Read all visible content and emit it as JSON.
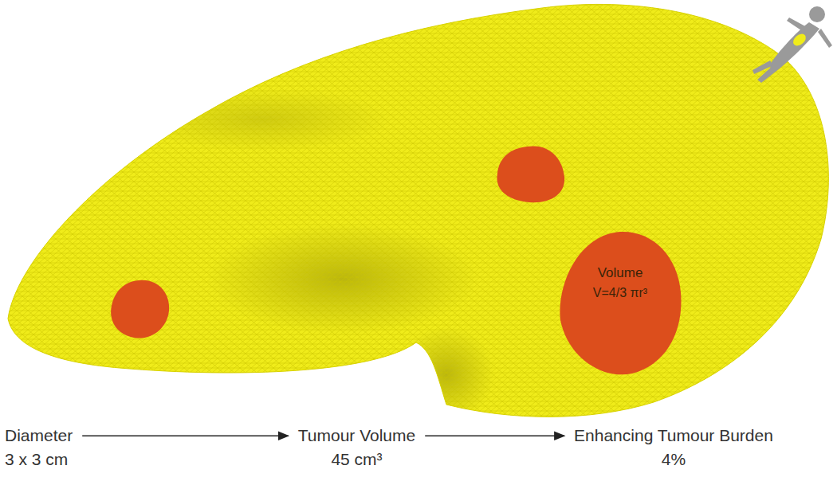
{
  "diagram": {
    "nodes": [
      {
        "text": [
          "Volume",
          "V=4/3 πr³"
        ]
      },
      {
        "text": [
          "Diameter",
          "3 x 3 cm"
        ]
      },
      {
        "text": [
          "Tumour Volume",
          "45 cm³"
        ]
      },
      {
        "text": [
          "Enhancing Tumour Burden",
          "4%"
        ]
      }
    ],
    "edges": [
      {
        "from": 1,
        "to": 2,
        "arrow": "to"
      },
      {
        "from": 2,
        "to": 3,
        "arrow": "to"
      }
    ]
  }
}
